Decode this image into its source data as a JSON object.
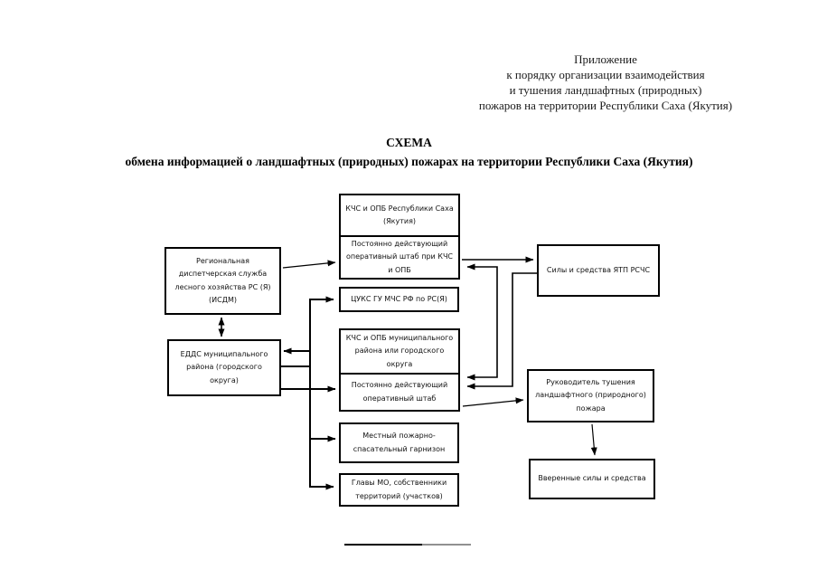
{
  "header": {
    "lines": [
      "Приложение",
      "к порядку организации взаимодействия",
      "и тушения ландшафтных (природных)",
      "пожаров на территории Республики Саха (Якутия)"
    ]
  },
  "title": {
    "line1": "СХЕМА",
    "line2": "обмена информацией о ландшафтных (природных) пожарах на территории Республики Саха (Якутия)"
  },
  "diagram": {
    "nodes": {
      "reg_dispatch": "Региональная диспетчерская служба лесного хозяйства РС (Я) (ИСДМ)",
      "edds": "ЕДДС муниципального района (городского округа)",
      "kchs_rep_top": "КЧС и ОПБ Республики Саха (Якутия)",
      "kchs_rep_staff": "Постоянно действующий оперативный штаб при КЧС и ОПБ",
      "tsuks": "ЦУКС ГУ МЧС РФ по РС(Я)",
      "kchs_mun_top": "КЧС и ОПБ муниципального района или городского округа",
      "kchs_mun_staff": "Постоянно действующий оперативный штаб",
      "garrison": "Местный пожарно-спасательный гарнизон",
      "heads_mo": "Главы МО, собственники территорий (участков)",
      "forces_rschs": "Силы и средства ЯТП РСЧС",
      "fire_leader": "Руководитель тушения ландшафтного (природного) пожара",
      "entrusted_forces": "Вверенные силы и средства"
    },
    "colors": {
      "line": "#000000",
      "rule_gray": "#909090"
    }
  }
}
